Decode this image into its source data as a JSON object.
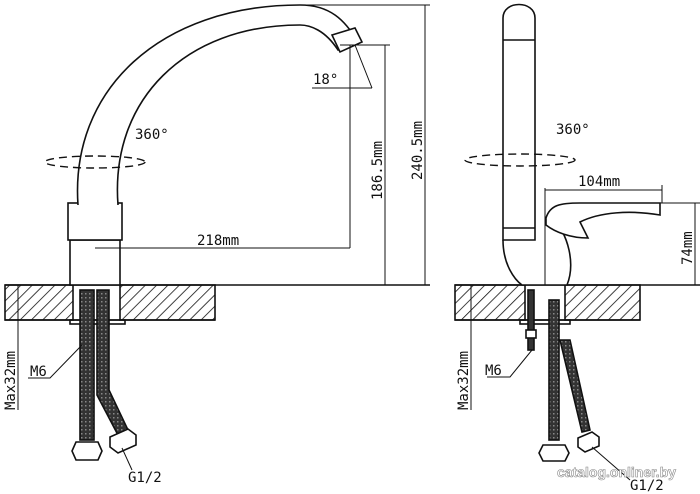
{
  "left_view": {
    "tilt_angle": "18°",
    "rotation": "360°",
    "height_spout": "186.5mm",
    "height_total": "240.5mm",
    "reach": "218mm",
    "max_thickness": "Max32mm",
    "stud": "M6",
    "thread": "G1/2"
  },
  "right_view": {
    "rotation": "360°",
    "handle_length": "104mm",
    "handle_height": "74mm",
    "max_thickness": "Max32mm",
    "stud": "M6",
    "thread": "G1/2"
  },
  "watermark": "catalog.onliner.by"
}
